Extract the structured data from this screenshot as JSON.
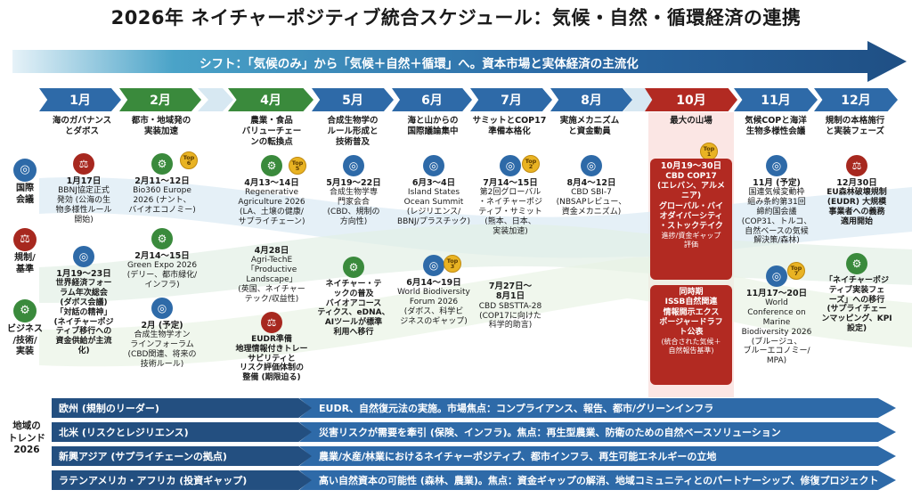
{
  "title": "2026年 ネイチャーポジティブ統合スケジュール：気候・自然・循環経済の連携",
  "shift_text": "シフト：「気候のみ」から「気候＋自然＋循環」へ。資本市場と実体経済の主流化",
  "months": [
    "1月",
    "2月",
    "4月",
    "5月",
    "6月",
    "7月",
    "8月",
    "10月",
    "11月",
    "12月"
  ],
  "themes": {
    "jan": "海のガバナンス\nとダボス",
    "feb": "都市・地域発の\n実装加速",
    "apr": "農業・食品\nバリューチェー\nンの転換点",
    "may": "合成生物学の\nルール形成と\n技術普及",
    "jun": "海と山からの\n国際議論集中",
    "jul": "サミットとCOP17\n準備本格化",
    "aug": "実施メカニズム\nと資金動員",
    "oct": "最大の山場",
    "nov": "気候COPと海洋\n生物多様性会議",
    "dec": "規制の本格施行\nと実装フェーズ"
  },
  "sides": {
    "intl": "国際\n会議",
    "reg": "規制/\n基準",
    "biz": "ビジネス\n/技術/\n実装"
  },
  "events": {
    "jan_1_date": "1月17日",
    "jan_1_text": "BBNJ協定正式\n発効 (公海の生\n物多様性ルール\n開始)",
    "jan_2_date": "1月19〜23日",
    "jan_2_text": "世界経済フォー\nラム年次総会\n(ダボス会議)\n「対話の精神」\n(ネイチャーポジ\nティブ移行への\n資金供給が主流\n化)",
    "feb_1_date": "2月11〜12日",
    "feb_1_text": "Bio360 Europe\n2026 (ナント、\nバイオエコノミー)",
    "feb_2_date": "2月14〜15日",
    "feb_2_text": "Green Expo 2026\n(デリー、都市緑化/\nインフラ)",
    "feb_3_date": "2月 (予定)",
    "feb_3_text": "合成生物学オン\nラインフォーラム\n(CBD関連、将来の\n技術ルール)",
    "apr_1_date": "4月13〜14日",
    "apr_1_text": "Regenerative\nAgriculture 2026\n(LA、土壌の健康/\nサプライチェーン)",
    "apr_2_date": "4月28日",
    "apr_2_text": "Agri-TechE\n「Productive\nLandscape」\n(英国、ネイチャー\nテック/収益性)",
    "apr_3_text": "EUDR準備\n地理情報付きトレー\nサビリティと\nリスク評価体制の\n整備 (期限迫る)",
    "may_1_date": "5月19〜22日",
    "may_1_text": "合成生物学専\n門家会合\n(CBD、規制の\n方向性)",
    "may_2_text": "ネイチャー・テ\nックの普及\nバイオアコース\nティクス、eDNA、\nAIツールが標準\n利用へ移行",
    "jun_1_date": "6月3〜4日",
    "jun_1_text": "Island States\nOcean Summit\n(レジリエンス/\nBBNJ/プラスチック)",
    "jun_2_date": "6月14〜19日",
    "jun_2_text": "World Biodiversity\nForum 2026\n(ダボス、科学ビ\nジネスのギャップ)",
    "jul_1_date": "7月14〜15日",
    "jul_1_text": "第2回グローバル\n・ネイチャーポジ\nティブ・サミット\n(熊本、日本、\n実装加速)",
    "jul_2_date": "7月27日〜\n8月1日",
    "jul_2_text": "CBD SBSTTA-28\n(COP17に向けた\n科学的助言)",
    "aug_1_date": "8月4〜12日",
    "aug_1_text": "CBD SBI-7\n(NBSAPレビュー、\n資金メカニズム)",
    "oct_1_date": "10月19〜30日",
    "oct_1_text": "CBD COP17\n(エレバン、アルメ\nニア)\nグローバル・バイ\nオダイバーシティ\n・ストックテイク",
    "oct_1_sub": "進捗/資金ギャップ\n評価",
    "oct_2_text": "同時期\nISSB自然関連\n情報開示エクス\nポージャードラフ\nト公表",
    "oct_2_sub": "(統合された気候＋\n自然報告基準)",
    "nov_1_date": "11月 (予定)",
    "nov_1_text": "国連気候変動枠\n組み条約第31回\n締約国会議\n(COP31、トルコ、\n自然ベースの気候\n解決策/森林)",
    "nov_2_date": "11月17〜20日",
    "nov_2_text": "World\nConference on\nMarine\nBiodiversity 2026\n(ブルージュ、\nブルーエコノミー/\nMPA)",
    "dec_1_date": "12月30日",
    "dec_1_text": "EU森林破壊規制\n(EUDR) 大規模\n事業者への義務\n適用開始",
    "dec_2_text": "「ネイチャーポジ\nティブ実装フェ\nーズ」への移行\n(サプライチェー\nンマッピング、KPI\n設定)"
  },
  "badges": {
    "top1": "Top\n1",
    "top2": "Top\n2",
    "top3": "Top\n3",
    "top5": "Top\n5",
    "top6": "Top\n6",
    "top7": "Top\n7"
  },
  "trend_label": "地域の\nトレンド\n2026",
  "trends": [
    {
      "region": "欧州 (規制のリーダー)",
      "text": "EUDR、自然復元法の実施。市場焦点：コンプライアンス、報告、都市/グリーンインフラ"
    },
    {
      "region": "北米 (リスクとレジリエンス)",
      "text": "災害リスクが需要を牽引 (保険、インフラ)。焦点：再生型農業、防衛のための自然ベースソリューション"
    },
    {
      "region": "新興アジア (サプライチェーンの拠点)",
      "text": "農業/水産/林業におけるネイチャーポジティブ、都市インフラ、再生可能エネルギーの立地"
    },
    {
      "region": "ラテンアメリカ・アフリカ (投資ギャップ)",
      "text": "高い自然資本の可能性 (森林、農業)。焦点：資金ギャップの解消、地域コミュニティとのパートナーシップ、修復プロジェクト"
    }
  ],
  "colors": {
    "blue": "#2e6aa8",
    "green": "#3a8a3c",
    "red": "#b22a22",
    "navy": "#234f80",
    "gold": "#e9b323"
  }
}
